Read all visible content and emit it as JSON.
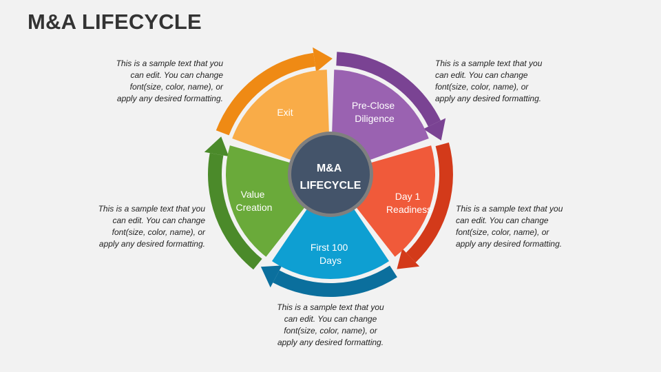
{
  "title": "M&A LIFECYCLE",
  "hub": {
    "line1": "M&A",
    "line2": "LIFECYCLE",
    "color": "#44546a"
  },
  "segments": [
    {
      "line1": "Exit",
      "line2": "",
      "fill": "#f9ac48",
      "ring": "#ef8a14"
    },
    {
      "line1": "Pre-Close",
      "line2": "Diligence",
      "fill": "#9a62b1",
      "ring": "#7a4393"
    },
    {
      "line1": "Day 1",
      "line2": "Readiness",
      "fill": "#f05a3a",
      "ring": "#d33a1a"
    },
    {
      "line1": "First 100",
      "line2": "Days",
      "fill": "#0e9fd2",
      "ring": "#0b6f9d"
    },
    {
      "line1": "Value",
      "line2": "Creation",
      "fill": "#6aaa3a",
      "ring": "#4b8a2a"
    }
  ],
  "descriptions": {
    "top_left": [
      "This is a sample text that you",
      "can edit. You can change",
      "font(size, color, name), or",
      "apply any desired formatting."
    ],
    "top_right": [
      "This is a sample text that you",
      "can edit. You can change",
      "font(size, color, name), or",
      "apply any desired formatting."
    ],
    "middle_left": [
      "This is a sample text that you",
      "can edit. You can change",
      "font(size, color, name), or",
      "apply any desired formatting."
    ],
    "middle_right": [
      "This is a sample text that you",
      "can edit. You can change",
      "font(size, color, name), or",
      "apply any desired formatting."
    ],
    "bottom": [
      "This is a sample text that you",
      "can edit. You can change",
      "font(size, color, name), or",
      "apply any desired formatting."
    ]
  }
}
